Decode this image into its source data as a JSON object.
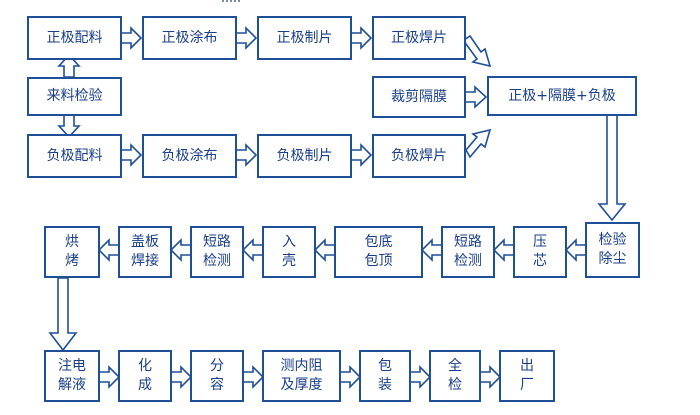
{
  "row1": {
    "positive_mixing": "正极配料",
    "positive_coating": "正极涂布",
    "positive_slitting": "正极制片",
    "positive_welding": "正极焊片"
  },
  "incoming_inspection": "来料检验",
  "separator_cutting": "裁剪隔膜",
  "winding_stack": "正极+隔膜+负极",
  "row3": {
    "negative_mixing": "负极配料",
    "negative_coating": "负极涂布",
    "negative_slitting": "负极制片",
    "negative_welding": "负极焊片"
  },
  "row4": {
    "baking": "烘\n烤",
    "cap_welding": "盖板\n焊接",
    "short_test_2": "短路\n检测",
    "casing": "入\n壳",
    "wrapping": "包底\n包顶",
    "short_test_1": "短路\n检测",
    "pressing": "压\n芯",
    "inspect_dedust": "检验\n除尘"
  },
  "row5": {
    "electrolyte_injection": "注电\n解液",
    "formation": "化\n成",
    "grading": "分\n容",
    "resistance_thickness": "测内阻\n及厚度",
    "packing": "包\n装",
    "full_inspection": "全\n检",
    "shipping": "出\n厂"
  },
  "colors": {
    "border": "#1f4f96",
    "text": "#1a3f86"
  }
}
